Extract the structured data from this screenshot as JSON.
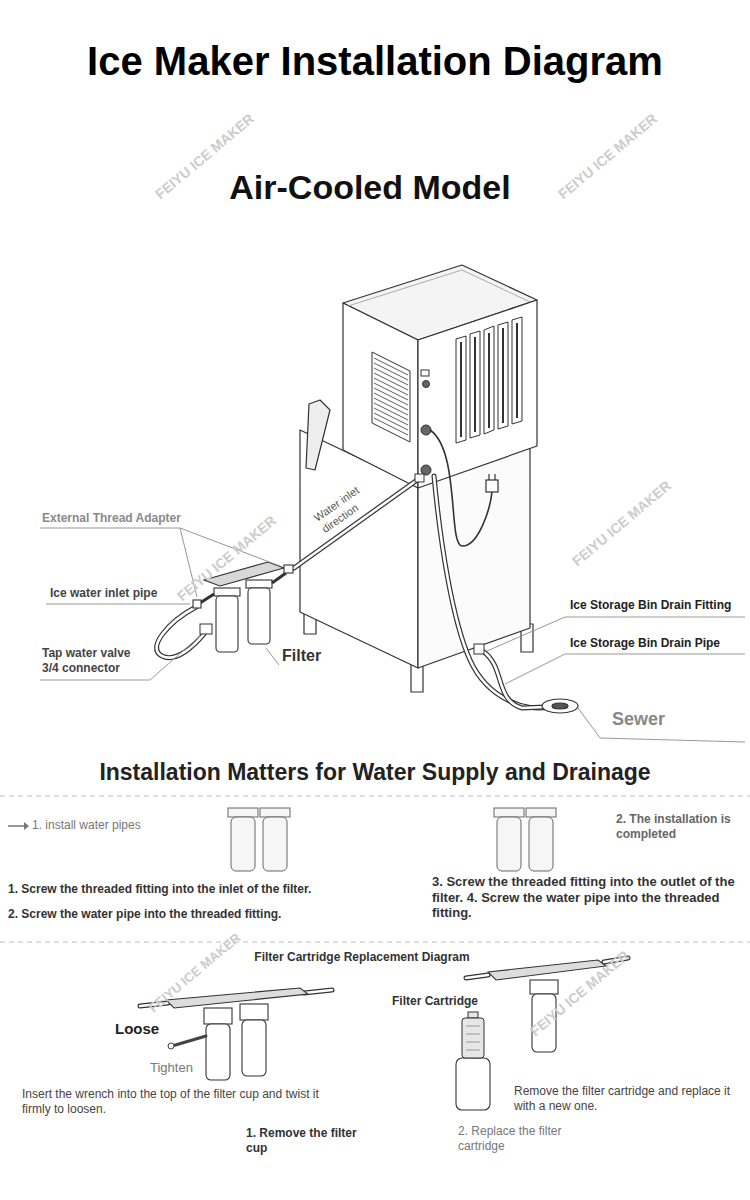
{
  "diagram": {
    "title": "Ice Maker Installation Diagram",
    "labels": [
      "Air-Cooled Model",
      "FEIYU ICE MAKER",
      "FEIYU ICE MAKER",
      "External Thread Adapter",
      "Water inlet direction",
      "Ice water inlet pipe",
      "FEIYU ICE MAKER",
      "Tap water valve 3/4 connector",
      "Filter",
      "FEIYU ICE MAKER",
      "Ice Storage Bin Drain Fitting",
      "Ice Storage Bin Drain Pipe",
      "Sewer",
      "Installation Matters for Water Supply and Drainage",
      "1. install water pipes",
      "2. The installation is completed",
      "1. Screw the threaded fitting into the inlet of the filter.",
      "2. Screw the water pipe into the threaded fitting.",
      "3. Screw the threaded fitting into the outlet of the filter. 4. Screw the water pipe into the threaded fitting.",
      "FEIYU ICE MAKER",
      "Filter Cartridge Replacement Diagram",
      "Loose",
      "Filter Cartridge",
      "FEIYU ICE MAKER",
      "Tighten",
      "Insert the wrench into the top of the filter cup and twist it firmly to loosen.",
      "Remove the filter cartridge and replace it with a new one.",
      "1. Remove the filter cup",
      "2. Replace the filter cartridge"
    ]
  }
}
